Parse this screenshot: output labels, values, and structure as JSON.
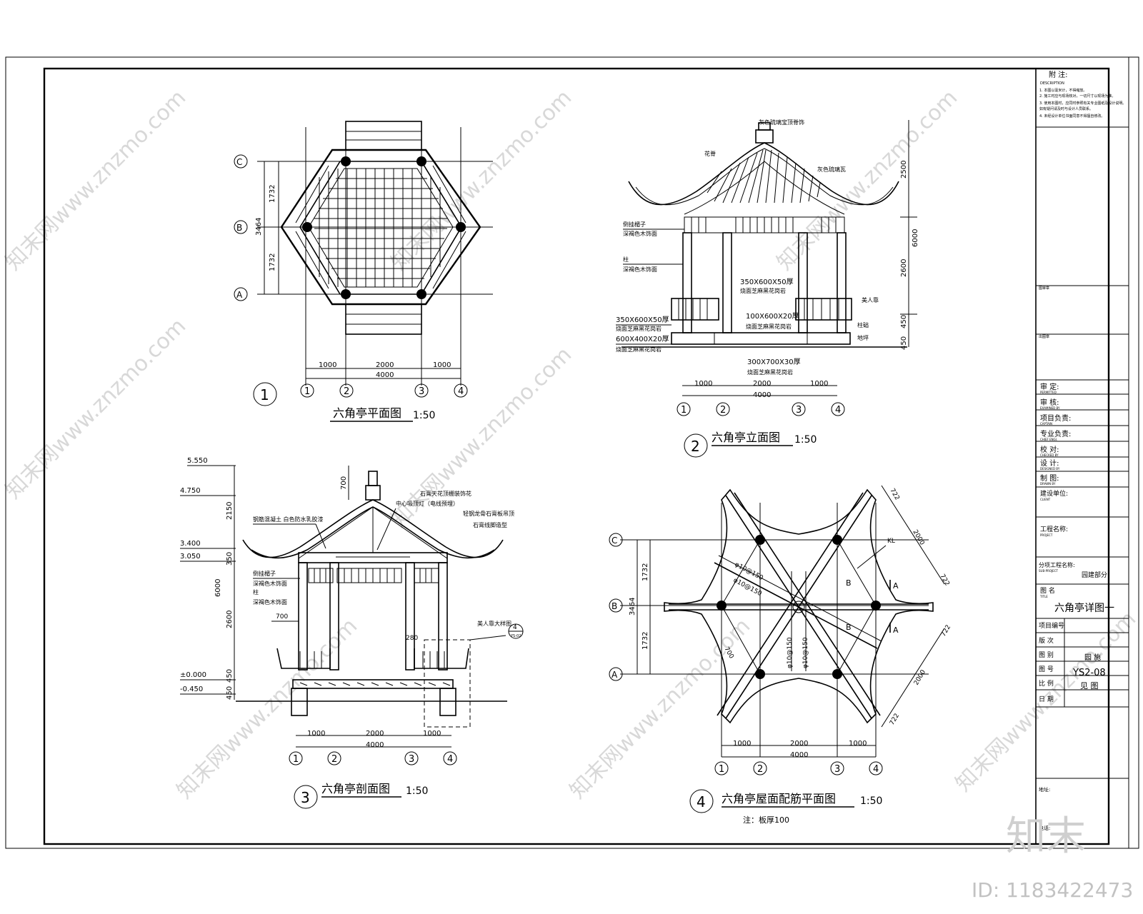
{
  "drawing": {
    "id_label": "ID: 1183422473",
    "brand_mark": "知末",
    "watermark_text": "知末网www.znzmo.com"
  },
  "notes": {
    "title": "附 注:",
    "subtitle": "DESCRIPTION",
    "items": [
      "1. 本图以毫米计，不得缩放。",
      "2. 施工时应与现场核对，一切尺寸以现场为准。",
      "3. 使用本图时，应同时参照有关专业图纸及设计说明。",
      "   如有疑问请及时与设计人员联系。",
      "4. 未经设计单位书面同意不得擅自修改。"
    ]
  },
  "title_block": {
    "approved": "审 定:",
    "approved_en": "PERMITTED",
    "examined": "审 核:",
    "examined_en": "EXAMINED BY",
    "captain": "项目负责:",
    "captain_en": "CAPTAIN",
    "discipline": "专业负责:",
    "discipline_en": "CHIEF ENGI.",
    "checked": "校 对:",
    "checked_en": "CHECKED BY",
    "designed": "设 计:",
    "designed_en": "DESIGNED BY",
    "drawn": "制 图:",
    "drawn_en": "DRAWN BY",
    "client": "建设单位:",
    "client_en": "CLIENT",
    "project": "工程名称:",
    "project_en": "PROJECT",
    "sub_project": "分项工程名称:",
    "sub_project_en": "SUB-PROJECT",
    "sub_project_value": "园建部分",
    "title_label": "图 名",
    "title_label_en": "TITLE",
    "title_value": "六角亭详图一",
    "number_label": "项目编号",
    "version_label": "版 次",
    "category_label": "图 别",
    "category_value": "园 施",
    "drawing_no_label": "图 号",
    "drawing_no_value": "YS2-08",
    "scale_label": "比 例",
    "scale_value": "见 图",
    "date_label": "日 期",
    "address_label": "地址:",
    "phone_label": "电话:",
    "blank1_label": "图审章",
    "blank2_label": "出图章"
  },
  "views": {
    "plan": {
      "num": "1",
      "title": "六角亭平面图",
      "scale": "1:50",
      "dims": {
        "d1000": "1000",
        "d2000": "2000",
        "d4000": "4000",
        "d1732": "1732",
        "d3464": "3464"
      },
      "axes_x": [
        "1",
        "2",
        "3",
        "4"
      ],
      "axes_y": [
        "C",
        "B",
        "A"
      ]
    },
    "elevation": {
      "num": "2",
      "title": "六角亭立面图",
      "scale": "1:50",
      "labels": {
        "top_finial": "灰色琉璃宝顶脊饰",
        "flower_ridge": "花脊",
        "tile": "灰色琉璃瓦",
        "inv_hang": "倒挂楣子",
        "inv_hang2": "深褐色木饰面",
        "column": "柱",
        "column2": "深褐色木饰面",
        "paving1": "350X600X50厚",
        "paving1b": "烧面芝麻黑花岗岩",
        "paving2": "100X600X20厚",
        "paving2b": "烧面芝麻黑花岗岩",
        "left1": "350X600X50厚",
        "left1b": "烧面芝麻黑花岗岩",
        "left2": "600X400X20厚",
        "left2b": "烧面芝麻黑花岗岩",
        "step": "300X700X30厚",
        "step_b": "烧面芝麻黑花岗岩",
        "bench": "美人靠",
        "base": "柱础",
        "ground": "地坪"
      },
      "heights": {
        "h2500": "2500",
        "h6000": "6000",
        "h2600": "2600",
        "h450a": "450",
        "h450b": "450"
      },
      "dims": {
        "d1000": "1000",
        "d2000": "2000",
        "d4000": "4000"
      },
      "axes_x": [
        "1",
        "2",
        "3",
        "4"
      ]
    },
    "section": {
      "num": "3",
      "title": "六角亭剖面图",
      "scale": "1:50",
      "levels": [
        "5.550",
        "4.750",
        "3.400",
        "3.050",
        "±0.000",
        "-0.450"
      ],
      "heights": {
        "h700": "700",
        "h2150": "2150",
        "h350": "350",
        "h6000": "6000",
        "h2600": "2600",
        "h450a": "450",
        "h450b": "450",
        "h700b": "700",
        "h280": "280"
      },
      "labels": {
        "roof": "钢筋混凝土 白色防水乳胶漆",
        "gypsum": "石膏天花顶棚装饰花",
        "lamp": "中心吸顶灯（电线预埋）",
        "paint": "轻钢龙骨石膏板吊顶",
        "gypsum2": "石膏线脚造型",
        "inv_hang": "倒挂楣子",
        "wood": "深褐色木饰面",
        "column": "柱",
        "wood2": "深褐色木饰面",
        "bench_detail": "美人靠大样图",
        "detail_ref": "4",
        "detail_sheet": "YS-02"
      },
      "dims": {
        "d1000a": "1000",
        "d2000": "2000",
        "d1000b": "1000",
        "d4000": "4000"
      },
      "axes_x": [
        "1",
        "2",
        "3",
        "4"
      ]
    },
    "roof": {
      "num": "4",
      "title": "六角亭屋面配筋平面图",
      "scale": "1:50",
      "note": "注：板厚100",
      "labels": {
        "rebar": "φ10@150",
        "kl": "KL",
        "b": "B",
        "a": "A",
        "d722": "722",
        "d2000": "2000",
        "d700": "700"
      },
      "dims": {
        "d1000": "1000",
        "d2000": "2000",
        "d4000": "4000",
        "d1732": "1732",
        "d3464": "3464"
      },
      "axes_x": [
        "1",
        "2",
        "3",
        "4"
      ],
      "axes_y": [
        "C",
        "B",
        "A"
      ]
    }
  }
}
